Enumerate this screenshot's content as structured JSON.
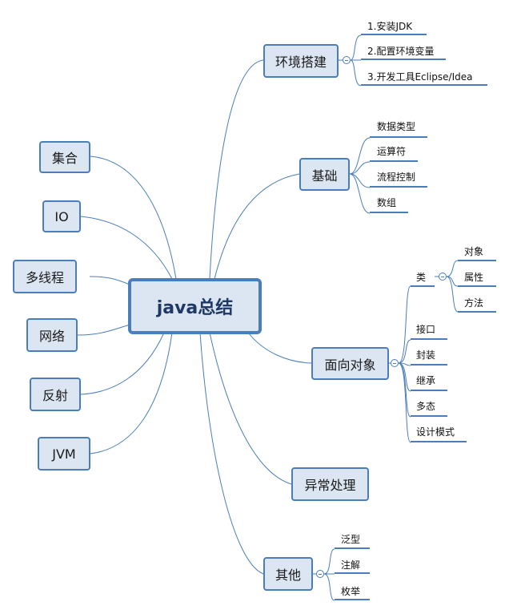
{
  "root": {
    "label": "java总结"
  },
  "left_nodes": [
    "集合",
    "IO",
    "多线程",
    "网络",
    "反射",
    "JVM"
  ],
  "env": {
    "label": "环境搭建",
    "children": [
      "1.安装JDK",
      "2.配置环境变量",
      "3.开发工具Eclipse/Idea"
    ]
  },
  "basics": {
    "label": "基础",
    "children": [
      "数据类型",
      "运算符",
      "流程控制",
      "数组"
    ]
  },
  "oop": {
    "label": "面向对象",
    "class_node": {
      "label": "类",
      "children": [
        "对象",
        "属性",
        "方法"
      ]
    },
    "children": [
      "接口",
      "封装",
      "继承",
      "多态",
      "设计模式"
    ]
  },
  "exception": {
    "label": "异常处理"
  },
  "other": {
    "label": "其他",
    "children": [
      "泛型",
      "注解",
      "枚举"
    ]
  },
  "colors": {
    "line": "#4a7ebb",
    "node_fill": "#dce6f2",
    "root_text": "#1f3864"
  }
}
